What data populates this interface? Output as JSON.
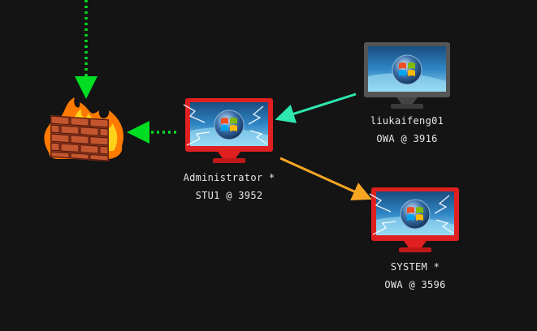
{
  "colors": {
    "background": "#141414",
    "pivot_link": "#00dd22",
    "session_link_teal": "#2ee8b0",
    "session_link_orange": "#f5a623",
    "compromised_monitor": "#e02020",
    "normal_monitor": "#555555",
    "label_text": "#e6e6e6"
  },
  "graph": {
    "firewall": {
      "icon": "firewall-icon"
    },
    "nodes": [
      {
        "id": "admin",
        "icon": "windows-monitor-icon",
        "compromised": true,
        "user": "Administrator *",
        "host": "STU1 @ 3952"
      },
      {
        "id": "liuk",
        "icon": "windows-monitor-icon",
        "compromised": false,
        "user": "liukaifeng01",
        "host": "OWA @ 3916"
      },
      {
        "id": "system",
        "icon": "windows-monitor-icon",
        "compromised": true,
        "user": "SYSTEM *",
        "host": "OWA @ 3596"
      }
    ]
  }
}
